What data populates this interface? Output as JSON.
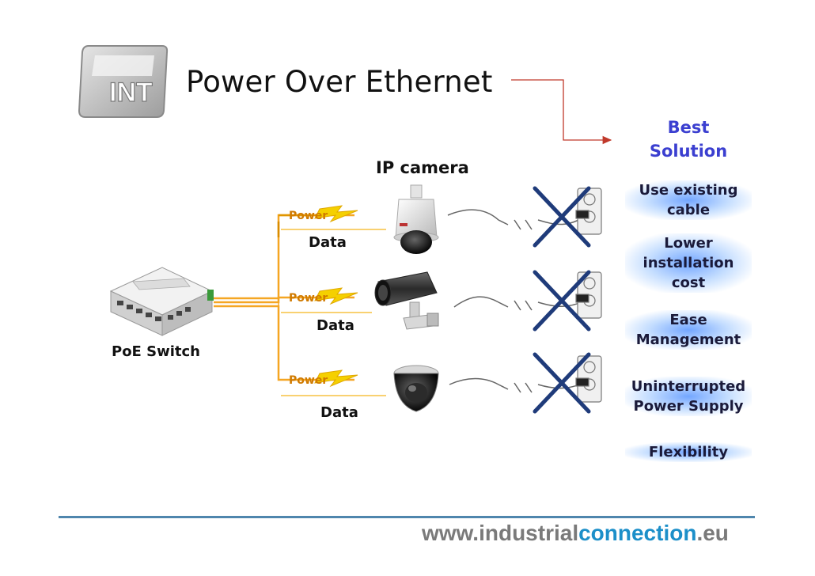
{
  "title": "Power Over Ethernet",
  "logo_text": "INT",
  "switch_label": "PoE Switch",
  "camera_label": "IP camera",
  "links": [
    {
      "power": "Power",
      "data": "Data"
    },
    {
      "power": "Power",
      "data": "Data"
    },
    {
      "power": "Power",
      "data": "Data"
    }
  ],
  "best_solution": [
    "Best",
    "Solution"
  ],
  "benefits": [
    [
      "Use existing",
      "cable"
    ],
    [
      "Lower",
      "installation",
      "cost"
    ],
    [
      "Ease",
      "Management"
    ],
    [
      "Uninterrupted",
      "Power Supply"
    ],
    [
      "Flexibility"
    ]
  ],
  "footer": {
    "prefix": "www.industrial",
    "highlight": "connection",
    "suffix": ".eu"
  },
  "colors": {
    "power": "#f5a623",
    "cross": "#1f3b7a",
    "arrow": "#c0392b",
    "footer_rule": "#4f86ad"
  }
}
